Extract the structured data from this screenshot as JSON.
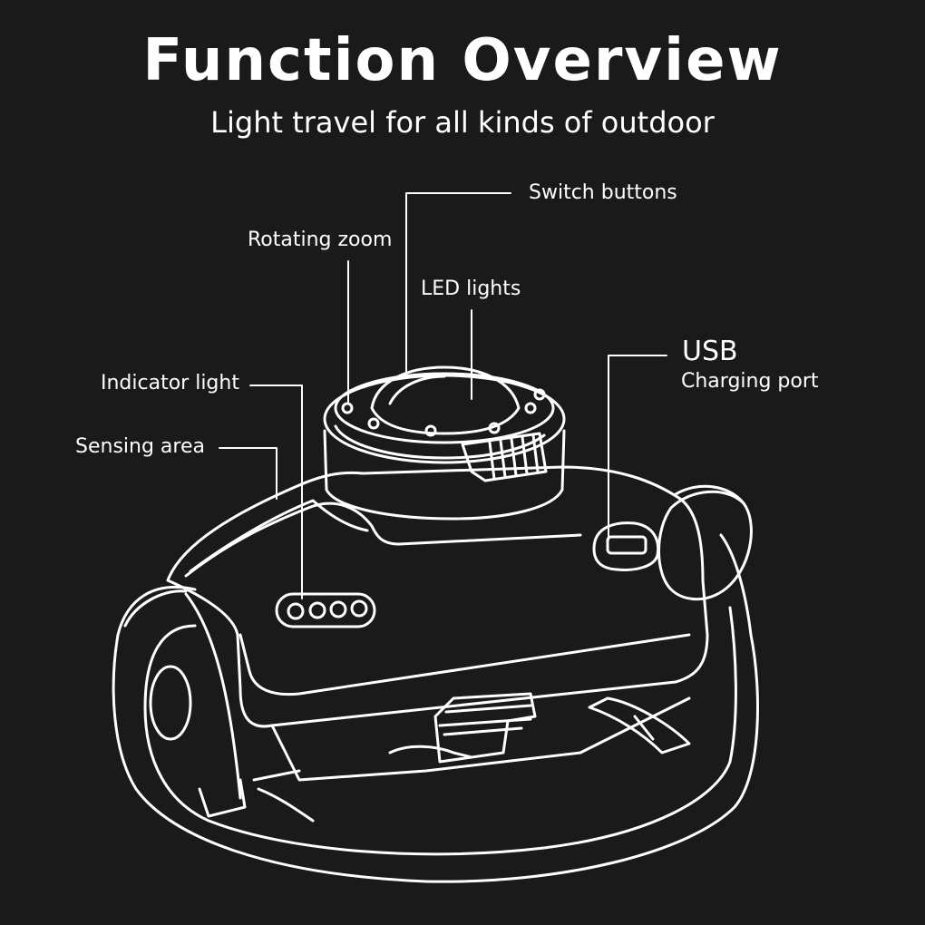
{
  "title": "Function Overview",
  "subtitle": "Light travel for all kinds of outdoor",
  "labels": {
    "switch_buttons": "Switch buttons",
    "rotating_zoom": "Rotating zoom",
    "led_lights": "LED lights",
    "usb": "USB",
    "charging_port": "Charging port",
    "indicator_light": "Indicator light",
    "sensing_area": "Sensing area"
  },
  "colors": {
    "background": "#1a1a1a",
    "line": "#ffffff",
    "text": "#ffffff"
  },
  "icons": {
    "product": "headlamp-line-drawing"
  }
}
